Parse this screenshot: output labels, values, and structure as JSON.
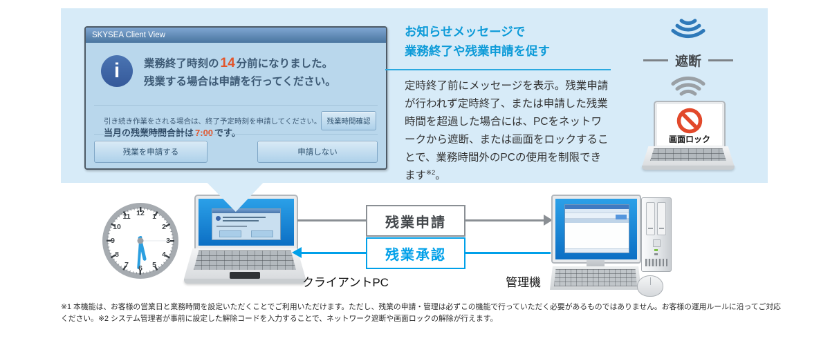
{
  "dialog": {
    "title": "SKYSEA Client View",
    "info_glyph": "i",
    "message_pre": "業務終了時刻の",
    "message_minutes": "14",
    "message_post": "分前になりました。",
    "message_line2": "残業する場合は申請を行ってください。",
    "note": "引き続き作業をされる場合は、終了予定時刻を申請してください。",
    "total_pre": "当月の残業時間合計は",
    "total_value": "7:00",
    "total_post": "です。",
    "check_button": "残業時間確認",
    "apply_button": "残業を申請する",
    "decline_button": "申請しない"
  },
  "feature": {
    "heading_line1": "お知らせメッセージで",
    "heading_line2": "業務終了や残業申請を促す",
    "body_main": "定時終了前にメッセージを表示。残業申請が行われず定時終了、または申請した残業時間を超過した場合には、PCをネットワークから遮断、または画面をロックすることで、業務時間外のPCの使用を制限できます",
    "body_ref": "※2",
    "body_period": "。"
  },
  "block": {
    "label": "遮断",
    "screen_lock": "画面ロック"
  },
  "flow": {
    "apply_label": "残業申請",
    "approve_label": "残業承認",
    "client_label": "クライアントPC",
    "admin_label": "管理機"
  },
  "clock": {
    "numbers": [
      "12",
      "1",
      "2",
      "3",
      "4",
      "5",
      "6",
      "7",
      "8",
      "9",
      "10",
      "11"
    ]
  },
  "footnotes": {
    "line1": "※1 本機能は、お客様の営業日と業務時間を設定いただくことでご利用いただけます。ただし、残業の申請・管理は必ずこの機能で行っていただく必要があるものではありません。お客様の運用ルールに沿ってご対応",
    "line2": "ください。※2 システム管理者が事前に設定した解除コードを入力することで、ネットワーク遮断や画面ロックの解除が行えます。"
  },
  "colors": {
    "panel_bg": "#d7ebf8",
    "heading_blue": "#0d9bd8",
    "flow_blue": "#00a0e9",
    "alert_orange": "#e2542a",
    "dialog_bg": "#b9d7ec",
    "titlebar_blue": "#49759f",
    "screen_blue": "#1787d8",
    "line_gray": "#8a8f94"
  }
}
